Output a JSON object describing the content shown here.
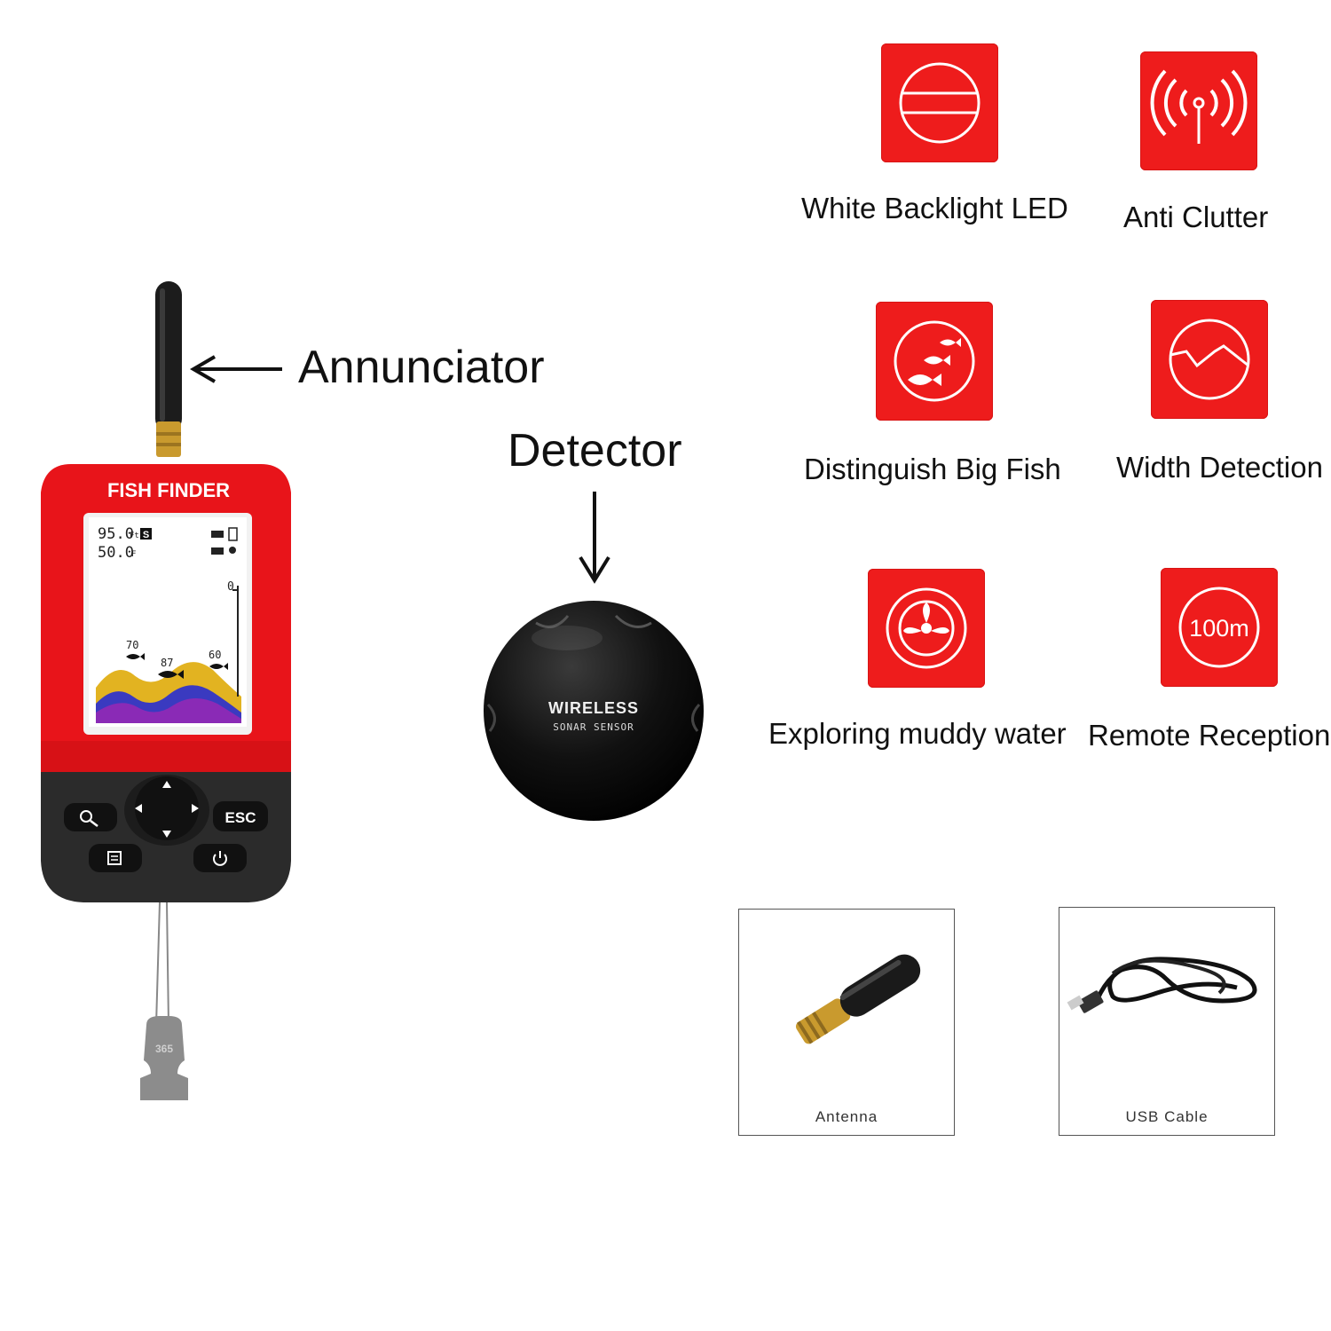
{
  "device": {
    "brand_label": "FISH FINDER",
    "screen": {
      "depth_reading": "95.0",
      "depth_unit": "Ft",
      "temp_reading": "50.0",
      "temp_unit": "F",
      "mode_badge": "S",
      "scale_top": "0",
      "fish_depths": [
        "70",
        "87",
        "60"
      ]
    },
    "buttons": {
      "esc_label": "ESC"
    },
    "tag_label": "365"
  },
  "callouts": {
    "annunciator": "Annunciator",
    "detector": "Detector"
  },
  "sensor": {
    "line1": "WIRELESS",
    "line2": "SONAR SENSOR"
  },
  "features": [
    {
      "label": "White Backlight LED",
      "icon": "backlight-icon"
    },
    {
      "label": "Anti Clutter",
      "icon": "signal-icon"
    },
    {
      "label": "Distinguish Big Fish",
      "icon": "fish-school-icon"
    },
    {
      "label": "Width Detection",
      "icon": "wave-icon"
    },
    {
      "label": "Exploring muddy water",
      "icon": "propeller-icon"
    },
    {
      "label": "Remote Reception",
      "icon": "range-icon",
      "icon_text": "100m"
    }
  ],
  "accessories": [
    {
      "label": "Antenna"
    },
    {
      "label": "USB Cable"
    }
  ],
  "colors": {
    "accent_red": "#ee1c1c",
    "device_red": "#e8141a",
    "device_black": "#2b2b2b"
  }
}
